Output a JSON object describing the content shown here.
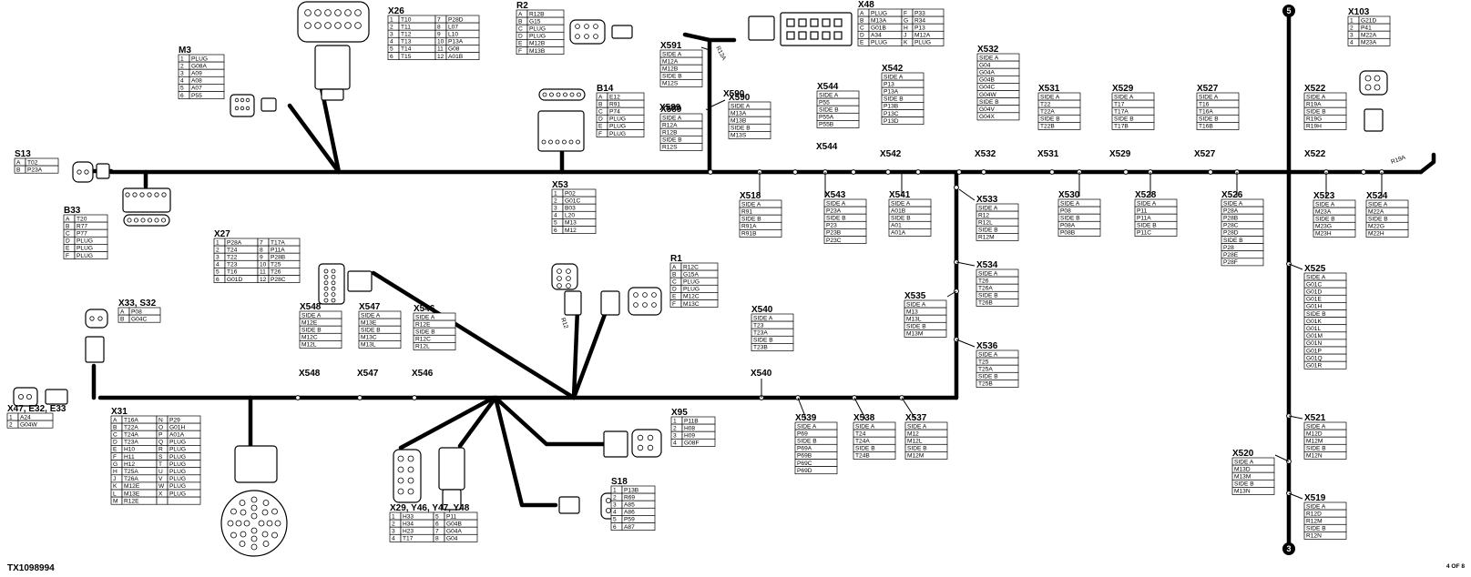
{
  "figure_id": "TX1098994",
  "page_label": "4 OF 8",
  "bus_markers": {
    "top": "5",
    "bottom": "3"
  },
  "wire_tags": [
    "R12A",
    "R12",
    "R19A"
  ],
  "tables": [
    {
      "id": "X26",
      "rows": [
        [
          "1",
          "T10",
          "7",
          "P28D"
        ],
        [
          "2",
          "T11",
          "8",
          "L07"
        ],
        [
          "3",
          "T12",
          "9",
          "L10"
        ],
        [
          "4",
          "T13",
          "10",
          "P13A"
        ],
        [
          "5",
          "T14",
          "11",
          "G08"
        ],
        [
          "6",
          "T15",
          "12",
          "A01B"
        ]
      ]
    },
    {
      "id": "M3",
      "rows": [
        [
          "1",
          "PLUG"
        ],
        [
          "2",
          "G08A"
        ],
        [
          "3",
          "A09"
        ],
        [
          "4",
          "A08"
        ],
        [
          "5",
          "A07"
        ],
        [
          "6",
          "P55"
        ]
      ]
    },
    {
      "id": "R2",
      "rows": [
        [
          "A",
          "R12B"
        ],
        [
          "B",
          "G15"
        ],
        [
          "C",
          "PLUG"
        ],
        [
          "D",
          "PLUG"
        ],
        [
          "E",
          "M12B"
        ],
        [
          "F",
          "M13B"
        ]
      ]
    },
    {
      "id": "X48",
      "rows": [
        [
          "A",
          "PLUG",
          "F",
          "P33"
        ],
        [
          "B",
          "M13A",
          "G",
          "R34"
        ],
        [
          "C",
          "G01B",
          "H",
          "P13"
        ],
        [
          "D",
          "A34",
          "J",
          "M12A"
        ],
        [
          "E",
          "PLUG",
          "K",
          "PLUG"
        ]
      ]
    },
    {
      "id": "X103",
      "rows": [
        [
          "1",
          "G21D"
        ],
        [
          "2",
          "P41"
        ],
        [
          "3",
          "M22A"
        ],
        [
          "4",
          "M23A"
        ]
      ]
    },
    {
      "id": "X591",
      "rows": [
        [
          "SIDE A"
        ],
        [
          "M12A"
        ],
        [
          "M12B"
        ],
        [
          "SIDE B"
        ],
        [
          "M12S"
        ]
      ]
    },
    {
      "id": "X590",
      "rows": [
        [
          "SIDE A"
        ],
        [
          "M13A"
        ],
        [
          "M13B"
        ],
        [
          "SIDE B"
        ],
        [
          "M13S"
        ]
      ]
    },
    {
      "id": "X589",
      "rows": [
        [
          "SIDE A"
        ],
        [
          "R12A"
        ],
        [
          "R12B"
        ],
        [
          "SIDE B"
        ],
        [
          "R12S"
        ]
      ]
    },
    {
      "id": "B14",
      "rows": [
        [
          "A",
          "E12"
        ],
        [
          "B",
          "R91"
        ],
        [
          "C",
          "P74"
        ],
        [
          "D",
          "PLUG"
        ],
        [
          "E",
          "PLUG"
        ],
        [
          "F",
          "PLUG"
        ]
      ]
    },
    {
      "id": "X544",
      "rows": [
        [
          "SIDE A"
        ],
        [
          "P55"
        ],
        [
          "SIDE B"
        ],
        [
          "P55A"
        ],
        [
          "P55B"
        ]
      ]
    },
    {
      "id": "X542",
      "rows": [
        [
          "SIDE A"
        ],
        [
          "P13"
        ],
        [
          "P13A"
        ],
        [
          "SIDE B"
        ],
        [
          "P13B"
        ],
        [
          "P13C"
        ],
        [
          "P13D"
        ]
      ]
    },
    {
      "id": "X532",
      "rows": [
        [
          "SIDE A"
        ],
        [
          "G04"
        ],
        [
          "G04A"
        ],
        [
          "G04B"
        ],
        [
          "G04C"
        ],
        [
          "G04W"
        ],
        [
          "SIDE B"
        ],
        [
          "G04V"
        ],
        [
          "G04X"
        ]
      ]
    },
    {
      "id": "X531",
      "rows": [
        [
          "SIDE A"
        ],
        [
          "T22"
        ],
        [
          "T22A"
        ],
        [
          "SIDE B"
        ],
        [
          "T22B"
        ]
      ]
    },
    {
      "id": "X529",
      "rows": [
        [
          "SIDE A"
        ],
        [
          "T17"
        ],
        [
          "T17A"
        ],
        [
          "SIDE B"
        ],
        [
          "T17B"
        ]
      ]
    },
    {
      "id": "X527",
      "rows": [
        [
          "SIDE A"
        ],
        [
          "T16"
        ],
        [
          "T16A"
        ],
        [
          "SIDE B"
        ],
        [
          "T16B"
        ]
      ]
    },
    {
      "id": "X522",
      "rows": [
        [
          "SIDE A"
        ],
        [
          "R19A"
        ],
        [
          "SIDE B"
        ],
        [
          "R19G"
        ],
        [
          "R19H"
        ]
      ]
    },
    {
      "id": "S13",
      "rows": [
        [
          "A",
          "T02"
        ],
        [
          "B",
          "P23A"
        ]
      ]
    },
    {
      "id": "B33",
      "rows": [
        [
          "A",
          "T20"
        ],
        [
          "B",
          "R77"
        ],
        [
          "C",
          "P77"
        ],
        [
          "D",
          "PLUG"
        ],
        [
          "E",
          "PLUG"
        ],
        [
          "F",
          "PLUG"
        ]
      ]
    },
    {
      "id": "X53",
      "rows": [
        [
          "1",
          "P02"
        ],
        [
          "2",
          "G01C"
        ],
        [
          "3",
          "B03"
        ],
        [
          "4",
          "L20"
        ],
        [
          "5",
          "M13"
        ],
        [
          "6",
          "M12"
        ]
      ]
    },
    {
      "id": "X518",
      "rows": [
        [
          "SIDE A"
        ],
        [
          "R91"
        ],
        [
          "SIDE B"
        ],
        [
          "R91A"
        ],
        [
          "R91B"
        ]
      ]
    },
    {
      "id": "X543",
      "rows": [
        [
          "SIDE A"
        ],
        [
          "P23A"
        ],
        [
          "SIDE B"
        ],
        [
          "P23"
        ],
        [
          "P23B"
        ],
        [
          "P23C"
        ]
      ]
    },
    {
      "id": "X541",
      "rows": [
        [
          "SIDE A"
        ],
        [
          "A01B"
        ],
        [
          "SIDE B"
        ],
        [
          "A01"
        ],
        [
          "A01A"
        ]
      ]
    },
    {
      "id": "X533",
      "rows": [
        [
          "SIDE A"
        ],
        [
          "R12"
        ],
        [
          "R12L"
        ],
        [
          "SIDE B"
        ],
        [
          "R12M"
        ]
      ]
    },
    {
      "id": "X530",
      "rows": [
        [
          "SIDE A"
        ],
        [
          "P08"
        ],
        [
          "SIDE B"
        ],
        [
          "P08A"
        ],
        [
          "P08B"
        ]
      ]
    },
    {
      "id": "X528",
      "rows": [
        [
          "SIDE A"
        ],
        [
          "P11"
        ],
        [
          "P11A"
        ],
        [
          "SIDE B"
        ],
        [
          "P11C"
        ]
      ]
    },
    {
      "id": "X526",
      "rows": [
        [
          "SIDE A"
        ],
        [
          "P28A"
        ],
        [
          "P28B"
        ],
        [
          "P28C"
        ],
        [
          "P28D"
        ],
        [
          "SIDE B"
        ],
        [
          "P28"
        ],
        [
          "P28E"
        ],
        [
          "P28F"
        ]
      ]
    },
    {
      "id": "X523",
      "rows": [
        [
          "SIDE A"
        ],
        [
          "M23A"
        ],
        [
          "SIDE B"
        ],
        [
          "M23G"
        ],
        [
          "M23H"
        ]
      ]
    },
    {
      "id": "X524",
      "rows": [
        [
          "SIDE A"
        ],
        [
          "M22A"
        ],
        [
          "SIDE B"
        ],
        [
          "M22G"
        ],
        [
          "M22H"
        ]
      ]
    },
    {
      "id": "X27",
      "rows": [
        [
          "1",
          "P28A",
          "7",
          "T17A"
        ],
        [
          "2",
          "T24",
          "8",
          "P11A"
        ],
        [
          "3",
          "T22",
          "9",
          "P28B"
        ],
        [
          "4",
          "T23",
          "10",
          "T25"
        ],
        [
          "5",
          "T16",
          "11",
          "T26"
        ],
        [
          "6",
          "G01D",
          "12",
          "P28C"
        ]
      ]
    },
    {
      "id": "R1",
      "rows": [
        [
          "A",
          "R12C"
        ],
        [
          "B",
          "G15A"
        ],
        [
          "C",
          "PLUG"
        ],
        [
          "D",
          "PLUG"
        ],
        [
          "E",
          "M12C"
        ],
        [
          "F",
          "M13C"
        ]
      ]
    },
    {
      "id": "X534",
      "rows": [
        [
          "SIDE A"
        ],
        [
          "T26"
        ],
        [
          "T26A"
        ],
        [
          "SIDE B"
        ],
        [
          "T26B"
        ]
      ]
    },
    {
      "id": "X525",
      "rows": [
        [
          "SIDE A"
        ],
        [
          "G01C"
        ],
        [
          "G01D"
        ],
        [
          "G01E"
        ],
        [
          "G01H"
        ],
        [
          "SIDE B"
        ],
        [
          "G01K"
        ],
        [
          "G01L"
        ],
        [
          "G01M"
        ],
        [
          "G01N"
        ],
        [
          "G01P"
        ],
        [
          "G01Q"
        ],
        [
          "G01R"
        ]
      ]
    },
    {
      "id": "X33, S32",
      "rows": [
        [
          "A",
          "P08"
        ],
        [
          "B",
          "G04C"
        ]
      ]
    },
    {
      "id": "X548",
      "rows": [
        [
          "SIDE A"
        ],
        [
          "M12E"
        ],
        [
          "SIDE B"
        ],
        [
          "M12C"
        ],
        [
          "M12L"
        ]
      ]
    },
    {
      "id": "X547",
      "rows": [
        [
          "SIDE A"
        ],
        [
          "M13E"
        ],
        [
          "SIDE B"
        ],
        [
          "M13C"
        ],
        [
          "M13L"
        ]
      ]
    },
    {
      "id": "X546",
      "rows": [
        [
          "SIDE A"
        ],
        [
          "R12E"
        ],
        [
          "SIDE B"
        ],
        [
          "R12C"
        ],
        [
          "R12L"
        ]
      ]
    },
    {
      "id": "X535",
      "rows": [
        [
          "SIDE A"
        ],
        [
          "M13"
        ],
        [
          "M13L"
        ],
        [
          "SIDE B"
        ],
        [
          "M13M"
        ]
      ]
    },
    {
      "id": "X540",
      "rows": [
        [
          "SIDE A"
        ],
        [
          "T23"
        ],
        [
          "T23A"
        ],
        [
          "SIDE B"
        ],
        [
          "T23B"
        ]
      ]
    },
    {
      "id": "X536",
      "rows": [
        [
          "SIDE A"
        ],
        [
          "T25"
        ],
        [
          "T25A"
        ],
        [
          "SIDE B"
        ],
        [
          "T25B"
        ]
      ]
    },
    {
      "id": "X47, E32, E33",
      "rows": [
        [
          "1",
          "A24"
        ],
        [
          "2",
          "G04W"
        ]
      ]
    },
    {
      "id": "X31",
      "rows": [
        [
          "A",
          "T16A",
          "N",
          "P29"
        ],
        [
          "B",
          "T22A",
          "O",
          "G01H"
        ],
        [
          "C",
          "T24A",
          "P",
          "A01A"
        ],
        [
          "D",
          "T23A",
          "Q",
          "PLUG"
        ],
        [
          "E",
          "H10",
          "R",
          "PLUG"
        ],
        [
          "F",
          "H11",
          "S",
          "PLUG"
        ],
        [
          "G",
          "H12",
          "T",
          "PLUG"
        ],
        [
          "H",
          "T25A",
          "U",
          "PLUG"
        ],
        [
          "J",
          "T26A",
          "V",
          "PLUG"
        ],
        [
          "K",
          "M12E",
          "W",
          "PLUG"
        ],
        [
          "L",
          "M13E",
          "X",
          "PLUG"
        ],
        [
          "M",
          "R12E",
          "",
          ""
        ]
      ]
    },
    {
      "id": "X95",
      "rows": [
        [
          "1",
          "P11B"
        ],
        [
          "2",
          "H08"
        ],
        [
          "3",
          "H09"
        ],
        [
          "4",
          "G08F"
        ]
      ]
    },
    {
      "id": "X539",
      "rows": [
        [
          "SIDE A"
        ],
        [
          "P69"
        ],
        [
          "SIDE B"
        ],
        [
          "P69A"
        ],
        [
          "P69B"
        ],
        [
          "P69C"
        ],
        [
          "P69D"
        ]
      ]
    },
    {
      "id": "X538",
      "rows": [
        [
          "SIDE A"
        ],
        [
          "T24"
        ],
        [
          "T24A"
        ],
        [
          "SIDE B"
        ],
        [
          "T24B"
        ]
      ]
    },
    {
      "id": "X537",
      "rows": [
        [
          "SIDE A"
        ],
        [
          "M12"
        ],
        [
          "M12L"
        ],
        [
          "SIDE B"
        ],
        [
          "M12M"
        ]
      ]
    },
    {
      "id": "X521",
      "rows": [
        [
          "SIDE A"
        ],
        [
          "M12D"
        ],
        [
          "M12M"
        ],
        [
          "SIDE B"
        ],
        [
          "M12N"
        ]
      ]
    },
    {
      "id": "X520",
      "rows": [
        [
          "SIDE A"
        ],
        [
          "M13D"
        ],
        [
          "M13M"
        ],
        [
          "SIDE B"
        ],
        [
          "M13N"
        ]
      ]
    },
    {
      "id": "X519",
      "rows": [
        [
          "SIDE A"
        ],
        [
          "R12D"
        ],
        [
          "R12M"
        ],
        [
          "SIDE B"
        ],
        [
          "R12N"
        ]
      ]
    },
    {
      "id": "S18",
      "rows": [
        [
          "1",
          "P13B"
        ],
        [
          "2",
          "R69"
        ],
        [
          "3",
          "A85"
        ],
        [
          "4",
          "A86"
        ],
        [
          "5",
          "P59"
        ],
        [
          "6",
          "A87"
        ]
      ]
    },
    {
      "id": "X29, Y46, Y47, Y48",
      "rows": [
        [
          "1",
          "H33",
          "5",
          "P11"
        ],
        [
          "2",
          "H34",
          "6",
          "G04B"
        ],
        [
          "3",
          "H23",
          "7",
          "G04A"
        ],
        [
          "4",
          "T17",
          "8",
          "G04"
        ]
      ]
    }
  ],
  "splice_labels": [
    "X590",
    "X589",
    "X544",
    "X542",
    "X532",
    "X531",
    "X529",
    "X527",
    "X522",
    "X548",
    "X547",
    "X546",
    "X540"
  ]
}
